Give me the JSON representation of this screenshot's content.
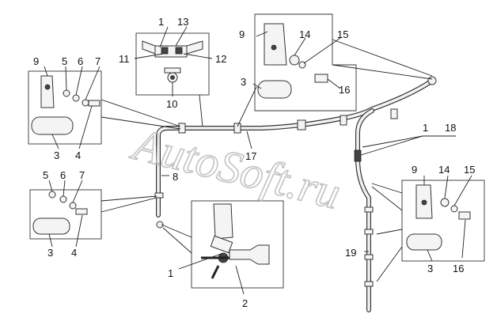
{
  "watermark": "AutoSoft.ru",
  "callouts": {
    "inset_top_center": [
      "1",
      "13",
      "11",
      "12",
      "10"
    ],
    "inset_left_top": [
      "9",
      "5",
      "6",
      "7",
      "3",
      "4"
    ],
    "inset_left_bottom": [
      "5",
      "6",
      "7",
      "3",
      "4"
    ],
    "inset_top_right": [
      "9",
      "14",
      "15",
      "3",
      "16"
    ],
    "inset_right": [
      "9",
      "14",
      "15",
      "3",
      "16"
    ],
    "inset_bottom_center": [
      "1",
      "2"
    ],
    "main": [
      "8",
      "17",
      "1",
      "18",
      "19"
    ]
  }
}
